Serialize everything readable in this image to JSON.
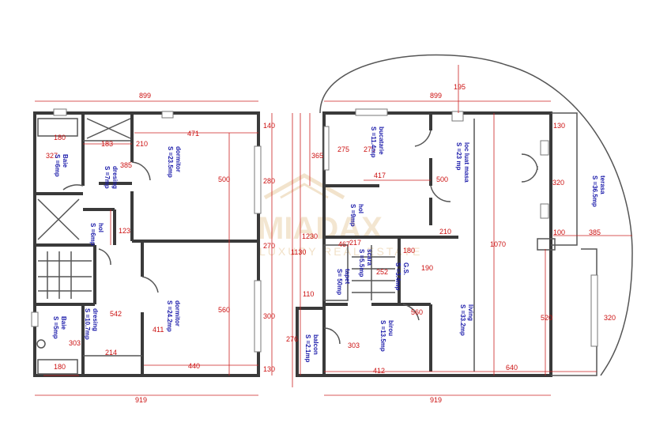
{
  "watermark": {
    "brand": "MIADAX",
    "tagline": "LUXURY REAL ESTATE"
  },
  "dimensions": {
    "left_top": "899",
    "right_top": "899",
    "arc_top": "195",
    "left_bottom": "919",
    "right_bottom": "919",
    "l_140": "140",
    "l_280": "280",
    "l_270": "270",
    "l_300": "300",
    "l_130": "130",
    "l_471": "471",
    "l_500": "500",
    "l_560": "560",
    "l_440": "440",
    "l_411": "411",
    "l_180a": "180",
    "l_327": "327",
    "l_183": "183",
    "l_210": "210",
    "l_385": "385",
    "l_123": "123",
    "l_542": "542",
    "l_303": "303",
    "l_214": "214",
    "l_180b": "180",
    "r_365": "365",
    "r_275a": "275",
    "r_275b": "275",
    "r_417": "417",
    "r_500": "500",
    "r_1230": "1230",
    "r_1130": "1130",
    "r_467": "467",
    "r_217": "217",
    "r_180": "180",
    "r_190": "190",
    "r_252": "252",
    "r_210": "210",
    "r_1070": "1070",
    "r_110": "110",
    "r_276": "276",
    "r_303": "303",
    "r_560": "560",
    "r_412": "412",
    "r_640": "640",
    "r_520": "520",
    "r_320a": "320",
    "r_320b": "320",
    "r_130": "130",
    "r_100": "100",
    "r_385": "385"
  },
  "rooms": {
    "baie_top": {
      "name": "Baie",
      "area": "S =6mp"
    },
    "dressing_top": {
      "name": "dresing",
      "area": "S =7mp"
    },
    "dormitor_top": {
      "name": "dormitor",
      "area": "S =23.5mp"
    },
    "hol_left": {
      "name": "hol",
      "area": "S =6mp"
    },
    "dormitor_bottom": {
      "name": "dormitor",
      "area": "S =24.2mp"
    },
    "dressing_bottom": {
      "name": "dresing",
      "area": "S =10.7mp"
    },
    "baie_bottom": {
      "name": "Baie",
      "area": "S =5mp"
    },
    "bucatarie": {
      "name": "bucatarie",
      "area": "S =11.4mp"
    },
    "loc_luat_masa": {
      "name": "loc luat masa",
      "area": "S =23 mp"
    },
    "terasa": {
      "name": "terasa",
      "area": "S =36.5mp"
    },
    "hol_right": {
      "name": "hol",
      "area": "S =9mp"
    },
    "scara": {
      "name": "scara",
      "area": "S =5.5mp"
    },
    "gs": {
      "name": "G.S.",
      "area": "S =3.4mp"
    },
    "tapet": {
      "name": "tapet",
      "area": "S= 50mp"
    },
    "living": {
      "name": "living",
      "area": "S =33.2mp"
    },
    "birou": {
      "name": "birou",
      "area": "S =13.5mp"
    },
    "balcon": {
      "name": "balcon",
      "area": "S =2.1mp"
    }
  }
}
